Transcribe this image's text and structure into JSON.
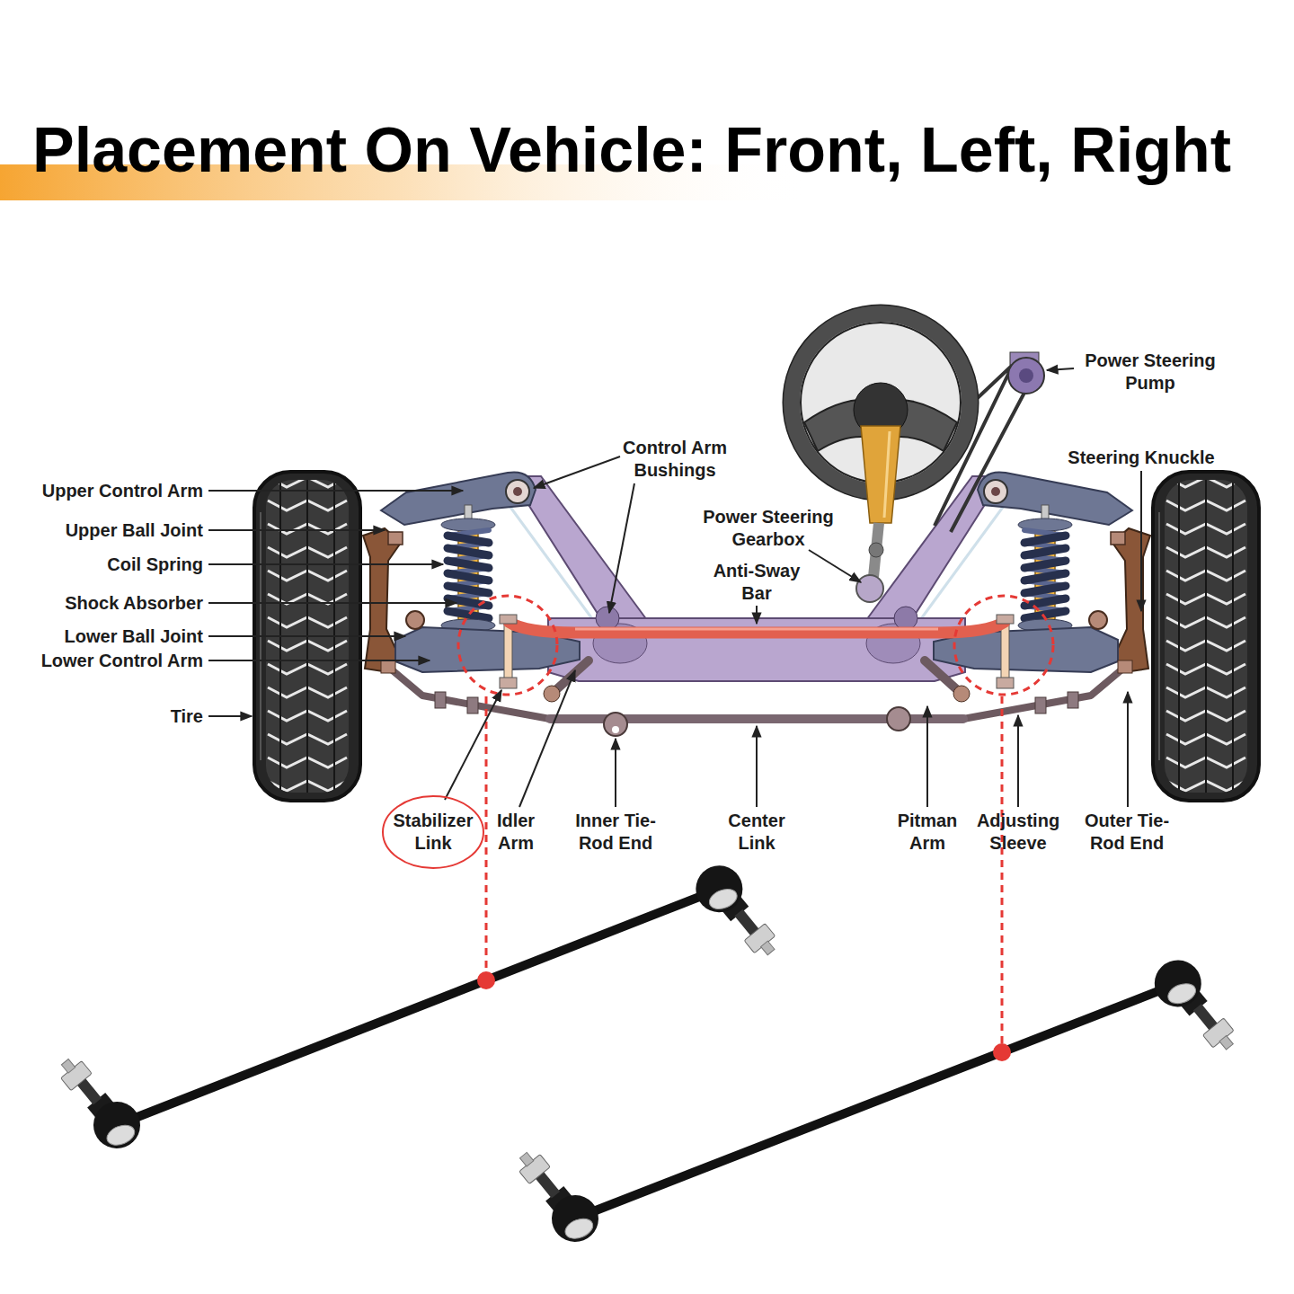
{
  "diagram": {
    "title": "Placement On Vehicle: Front, Left, Right",
    "nodes": [
      {
        "text": [
          "Stabilizer Link"
        ]
      }
    ],
    "labels": [
      "Power Steering Pump",
      "Control Arm Bushings",
      "Upper Control Arm",
      "Steering Knuckle",
      "Upper Ball Joint",
      "Power Steering Gearbox",
      "Coil Spring",
      "Anti-Sway Bar",
      "Shock Absorber",
      "Lower Ball Joint",
      "Lower Control Arm",
      "Tire",
      "Idler Arm",
      "Inner Tie-Rod End",
      "Center Link",
      "Pitman Arm",
      "Adjusting Sleeve",
      "Outer Tie-Rod End"
    ]
  }
}
